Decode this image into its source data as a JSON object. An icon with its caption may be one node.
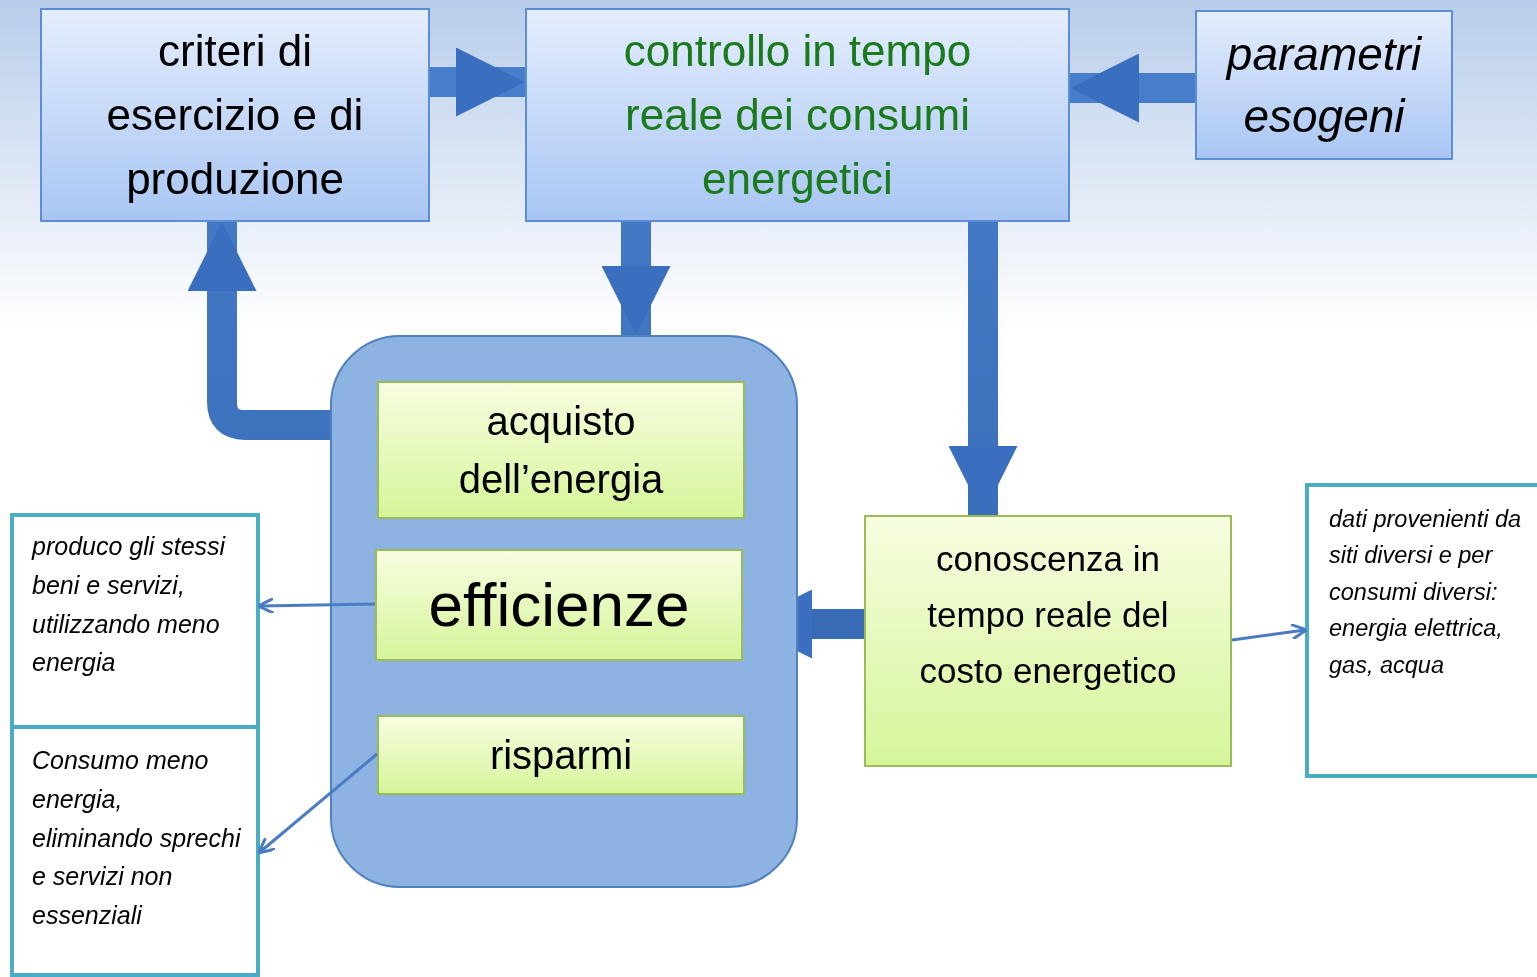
{
  "diagram": {
    "nodes": [
      {
        "text": [
          "criteri di esercizio e di produzione"
        ]
      },
      {
        "text": [
          "controllo in tempo reale dei consumi energetici"
        ]
      },
      {
        "text": [
          "parametri esogeni"
        ]
      },
      {
        "text": [],
        "shape": "box"
      },
      {
        "text": [
          "acquisto dell’energia"
        ],
        "in": 3
      },
      {
        "text": [
          "efficienze"
        ],
        "in": 3
      },
      {
        "text": [
          "risparmi"
        ],
        "in": 3
      },
      {
        "text": [
          "conoscenza in tempo reale del costo energetico"
        ]
      },
      {
        "text": [
          "produco gli stessi beni e servizi, utilizzando meno energia"
        ]
      },
      {
        "text": [
          "Consumo meno energia, eliminando sprechi e servizi non essenziali"
        ]
      },
      {
        "text": [
          "dati provenienti da siti diversi e per consumi diversi: energia elettrica, gas, acqua"
        ]
      }
    ],
    "edges": [
      {
        "from": 0,
        "to": 1,
        "arrow": "to",
        "style": "thick"
      },
      {
        "from": 2,
        "to": 1,
        "arrow": "to",
        "style": "thick"
      },
      {
        "from": 1,
        "to": 3,
        "arrow": "to",
        "style": "thick"
      },
      {
        "from": 1,
        "to": 7,
        "arrow": "to",
        "style": "thick"
      },
      {
        "from": 7,
        "to": 5,
        "arrow": "to",
        "style": "thick"
      },
      {
        "from": 3,
        "to": 0,
        "arrow": "to",
        "style": "thick"
      },
      {
        "from": 5,
        "to": 8,
        "arrow": "to"
      },
      {
        "from": 6,
        "to": 9,
        "arrow": "to"
      },
      {
        "from": 7,
        "to": 10,
        "arrow": "to"
      }
    ]
  }
}
